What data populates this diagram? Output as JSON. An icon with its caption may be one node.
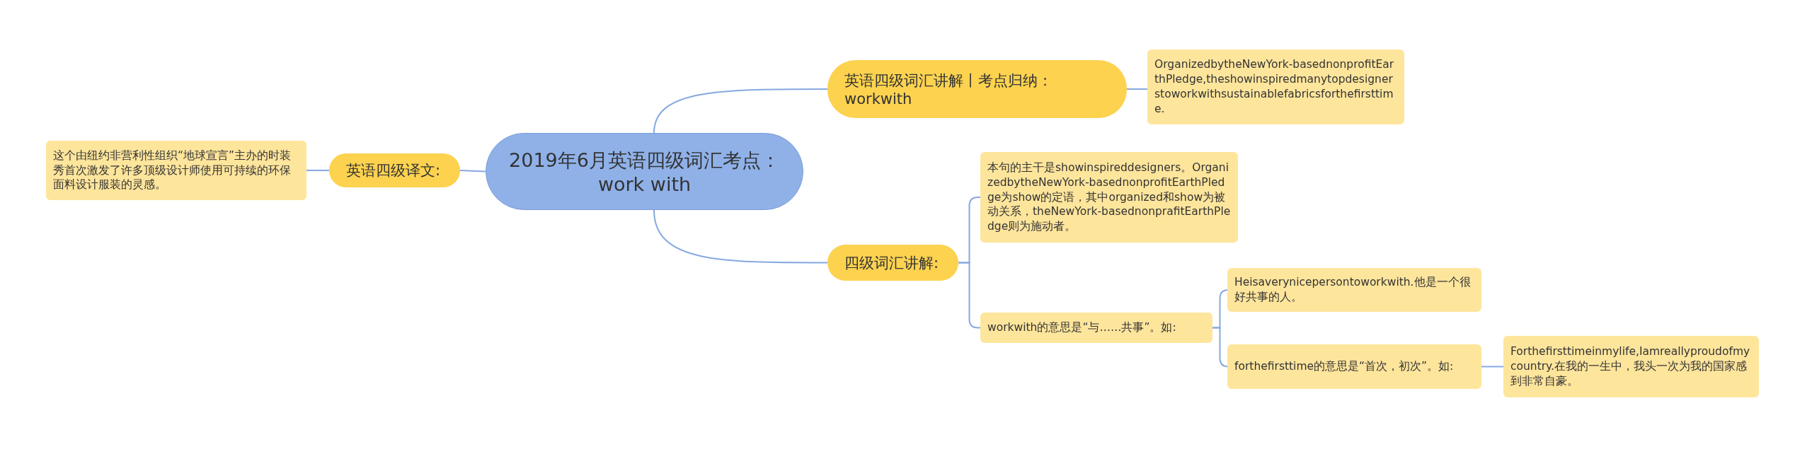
{
  "diagram": {
    "nodes": [
      {
        "text": [
          "2019年6月英语四级词汇考点：work with"
        ]
      },
      {
        "text": [
          "英语四级词汇讲解丨考点归纳：workwith"
        ]
      },
      {
        "text": [
          "OrganizedbytheNewYork-basednonprofitEarthPledge,theshowinspiredmanytopdesignerstoworkwithsustainablefabricsforthefirsttime."
        ]
      },
      {
        "text": [
          "英语四级译文:"
        ]
      },
      {
        "text": [
          "这个由纽约非营利性组织“地球宣言”主办的时装秀首次激发了许多顶级设计师使用可持续的环保面料设计服装的灵感。"
        ]
      },
      {
        "text": [
          "四级词汇讲解:"
        ]
      },
      {
        "text": [
          "本句的主干是showinspireddesigners。OrganizedbytheNewYork-basednonprofitEarthPledge为show的定语，其中organized和show为被动关系，theNewYork-basednonprafitEarthPledge则为施动者。"
        ]
      },
      {
        "text": [
          "workwith的意思是“与……共事”。如:"
        ]
      },
      {
        "text": [
          "Heisaverynicepersontoworkwith.他是一个很好共事的人。"
        ]
      },
      {
        "text": [
          "forthefirsttime的意思是“首次，初次”。如:"
        ]
      },
      {
        "text": [
          "Forthefirsttimeinmylife,Iamreallyproudofmycountry.在我的一生中，我头一次为我的国家感到非常自豪。"
        ]
      }
    ],
    "edges": [
      {
        "from": 0,
        "to": 1,
        "arrow": "none"
      },
      {
        "from": 1,
        "to": 2,
        "arrow": "none"
      },
      {
        "from": 0,
        "to": 3,
        "arrow": "none"
      },
      {
        "from": 3,
        "to": 4,
        "arrow": "none"
      },
      {
        "from": 0,
        "to": 5,
        "arrow": "none"
      },
      {
        "from": 5,
        "to": 6,
        "arrow": "none"
      },
      {
        "from": 5,
        "to": 7,
        "arrow": "none"
      },
      {
        "from": 7,
        "to": 8,
        "arrow": "none"
      },
      {
        "from": 7,
        "to": 9,
        "arrow": "none"
      },
      {
        "from": 9,
        "to": 10,
        "arrow": "none"
      }
    ]
  }
}
